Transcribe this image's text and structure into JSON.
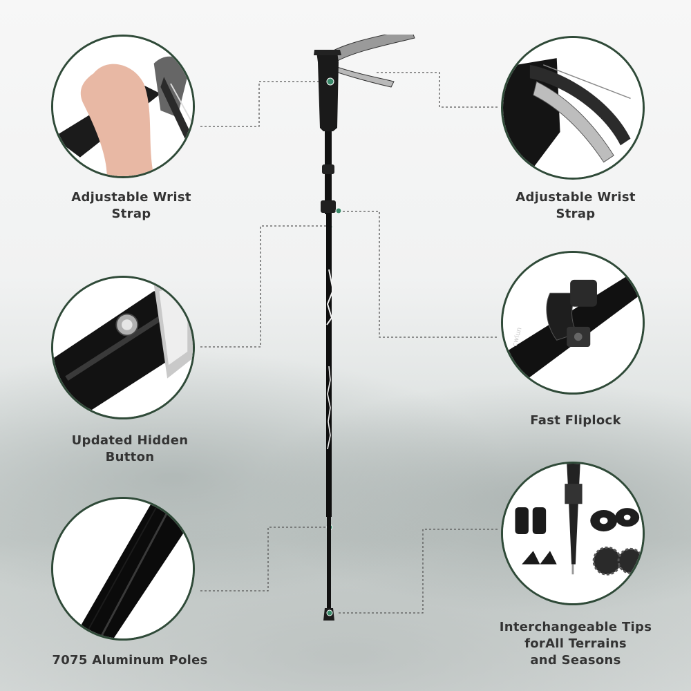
{
  "colors": {
    "circle_border": "#2f4a38",
    "label_text": "#333333",
    "accent_dot": "#3a8a6a"
  },
  "features": [
    {
      "id": "wrist-strap-left",
      "label": "Adjustable Wrist\nStrap",
      "icon": "hand-grip-photo"
    },
    {
      "id": "wrist-strap-right",
      "label": "Adjustable Wrist\nStrap",
      "icon": "strap-loop-photo"
    },
    {
      "id": "hidden-button",
      "label": "Updated Hidden\nButton",
      "icon": "button-closeup-photo"
    },
    {
      "id": "flip-lock",
      "label": "Fast Fliplock",
      "icon": "fliplock-photo"
    },
    {
      "id": "aluminum",
      "label": "7075 Aluminum Poles",
      "icon": "pole-closeup-photo"
    },
    {
      "id": "tips",
      "label": "Interchangeable Tips\nforAll Terrains\nand Seasons",
      "icon": "tips-set-photo"
    }
  ]
}
